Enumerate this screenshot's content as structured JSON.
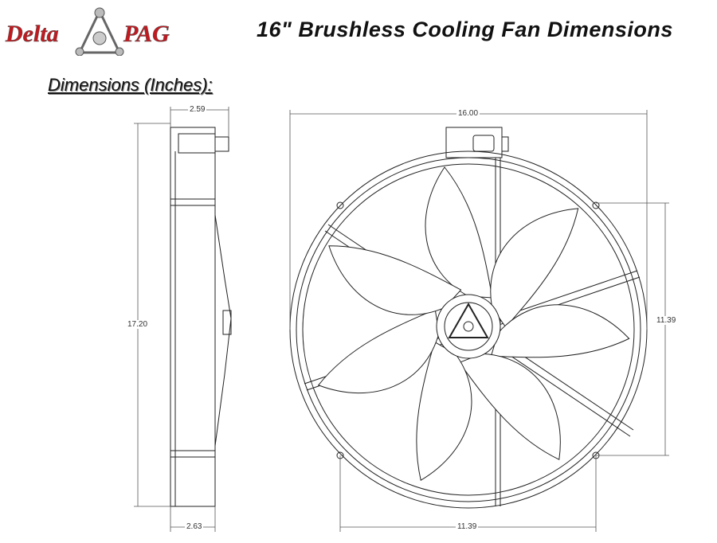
{
  "logo": {
    "text_left": "Delta",
    "text_right": "PAG",
    "color": "#c8161d"
  },
  "title": "16\" Brushless Cooling Fan Dimensions",
  "subtitle": "Dimensions (Inches):",
  "side_view": {
    "top_depth": "2.59",
    "height": "17.20",
    "bottom_depth": "2.63"
  },
  "front_view": {
    "width": "16.00",
    "mount_vertical": "11.39",
    "mount_horizontal": "11.39",
    "blade_count": 7
  },
  "colors": {
    "line": "#222222",
    "dim": "#555555"
  }
}
